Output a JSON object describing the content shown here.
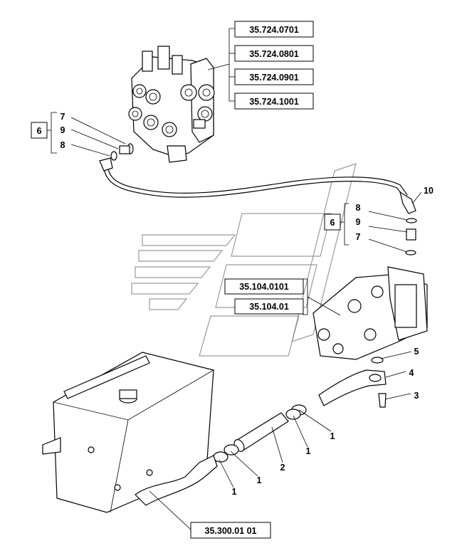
{
  "references": {
    "valve": [
      "35.724.0701",
      "35.724.0801",
      "35.724.0901",
      "35.724.1001"
    ],
    "pump": [
      "35.104.0101",
      "35.104.01"
    ],
    "tank": "35.300.01 01"
  },
  "groups": {
    "upper": {
      "label": "6",
      "items": [
        "7",
        "9",
        "8"
      ]
    },
    "lower": {
      "label": "6",
      "items": [
        "8",
        "9",
        "7"
      ]
    }
  },
  "callouts": {
    "hose": "10",
    "oring": "5",
    "elbow": "4",
    "screw": "3",
    "clamp_a": "1",
    "clamp_b": "1",
    "clamp_c": "1",
    "clamp_d": "1",
    "tube": "2"
  }
}
